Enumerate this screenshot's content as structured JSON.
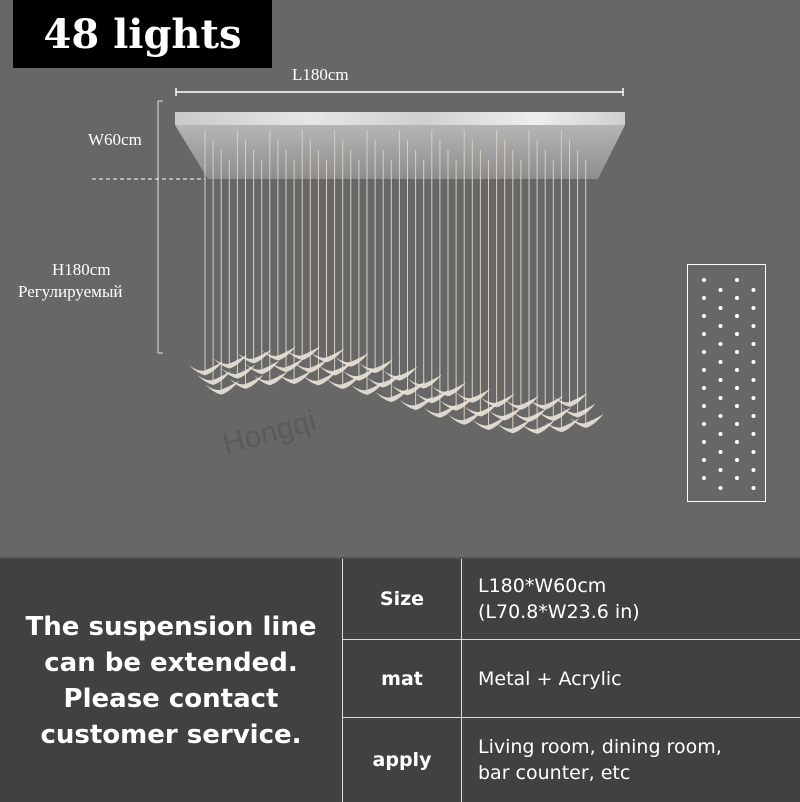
{
  "badge": {
    "title": "48 lights"
  },
  "dimensions": {
    "length": "L180cm",
    "width": "W60cm",
    "height": "H180cm",
    "height_note": "Регулируемый"
  },
  "watermark": "Hongqi",
  "note": {
    "lines": [
      "The suspension line",
      "can be extended.",
      "Please contact",
      "customer service."
    ]
  },
  "specs": [
    {
      "key": "Size",
      "value_lines": [
        "L180*W60cm",
        "(L70.8*W23.6 in)"
      ]
    },
    {
      "key": "mat",
      "value_lines": [
        "Metal + Acrylic"
      ]
    },
    {
      "key": "apply",
      "value_lines": [
        "Living room, dining room,",
        "bar counter, etc"
      ]
    }
  ],
  "colors": {
    "background": "#676767",
    "panel": "#414141",
    "badge": "#000000",
    "text": "#ffffff"
  }
}
